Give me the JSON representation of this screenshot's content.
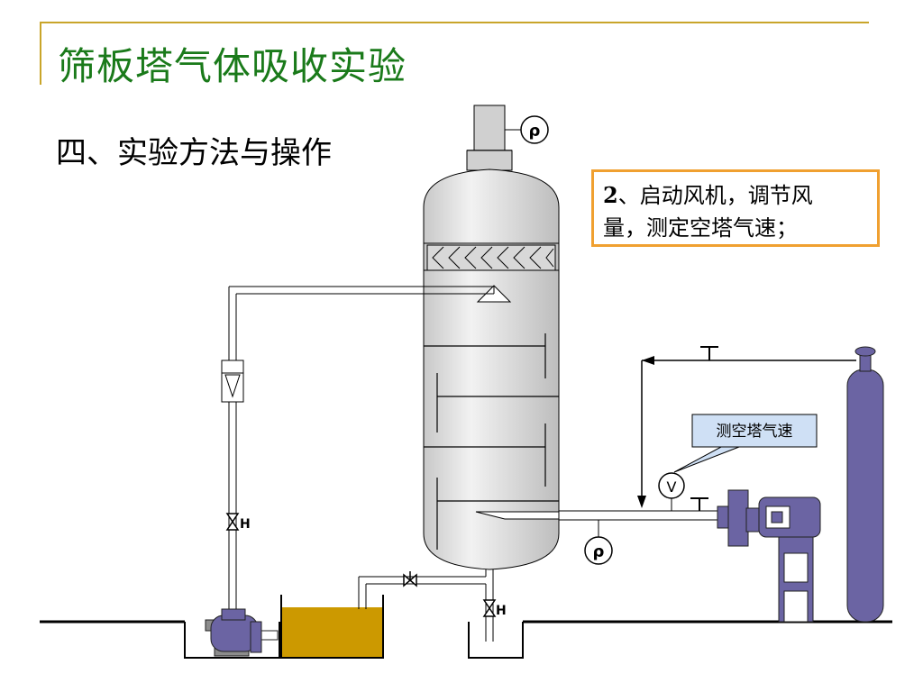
{
  "slide": {
    "title": "筛板塔气体吸收实验",
    "subtitle": "四、实验方法与操作",
    "step_number": "2",
    "step_text_line1": "、启动风机，调节风",
    "step_text_line2": "量，测定空塔气速；"
  },
  "diagram": {
    "callout_label": "测空塔气速",
    "density_symbol": "ρ",
    "velocity_symbol": "V",
    "valve_mark": "H"
  },
  "colors": {
    "title_green": "#1a7a1a",
    "accent_gold": "#c9a52a",
    "box_border": "#f0a030",
    "column_fill": "#d9d9d9",
    "tank_fill": "#cc9900",
    "machine_fill": "#6b64a3",
    "callout_fill": "#cfe0f5"
  }
}
